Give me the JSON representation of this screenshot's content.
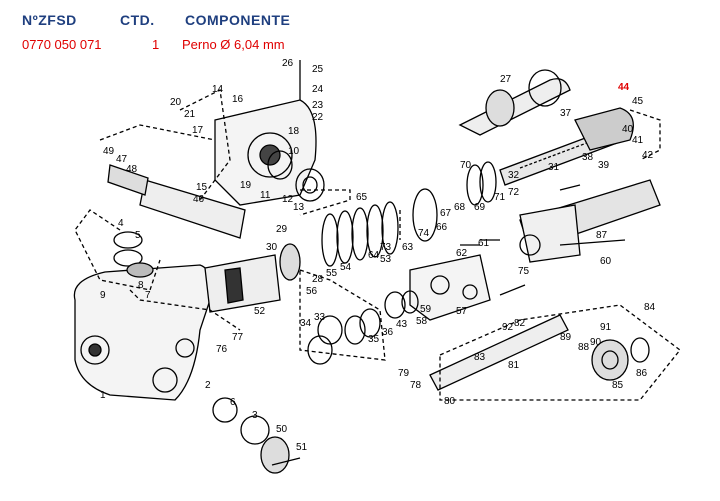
{
  "table": {
    "headers": {
      "part_no": "NºZFSD",
      "qty": "CTD.",
      "component": "COMPONENTE"
    },
    "row": {
      "part_no": "0770 050 071",
      "qty": "1",
      "component": "Perno Ø 6,04 mm"
    }
  },
  "diagram": {
    "highlight_color": "#e00000",
    "header_color": "#1f3f7f",
    "callouts": [
      "1",
      "2",
      "3",
      "4",
      "5",
      "6",
      "7",
      "8",
      "9",
      "10",
      "11",
      "12",
      "13",
      "14",
      "15",
      "16",
      "17",
      "18",
      "19",
      "20",
      "21",
      "22",
      "23",
      "24",
      "25",
      "26",
      "27",
      "28",
      "29",
      "30",
      "31",
      "32",
      "33",
      "34",
      "35",
      "36",
      "37",
      "38",
      "39",
      "40",
      "41",
      "42",
      "43",
      "44",
      "45",
      "46",
      "47",
      "48",
      "49",
      "50",
      "51",
      "52",
      "53",
      "54",
      "55",
      "56",
      "57",
      "58",
      "59",
      "60",
      "61",
      "62",
      "63",
      "64",
      "65",
      "66",
      "67",
      "68",
      "69",
      "70",
      "71",
      "72",
      "73",
      "74",
      "75",
      "76",
      "77",
      "78",
      "79",
      "80",
      "81",
      "82",
      "83",
      "84",
      "85",
      "86",
      "87",
      "88",
      "89",
      "90",
      "91",
      "92"
    ],
    "highlighted_callout": "44"
  }
}
